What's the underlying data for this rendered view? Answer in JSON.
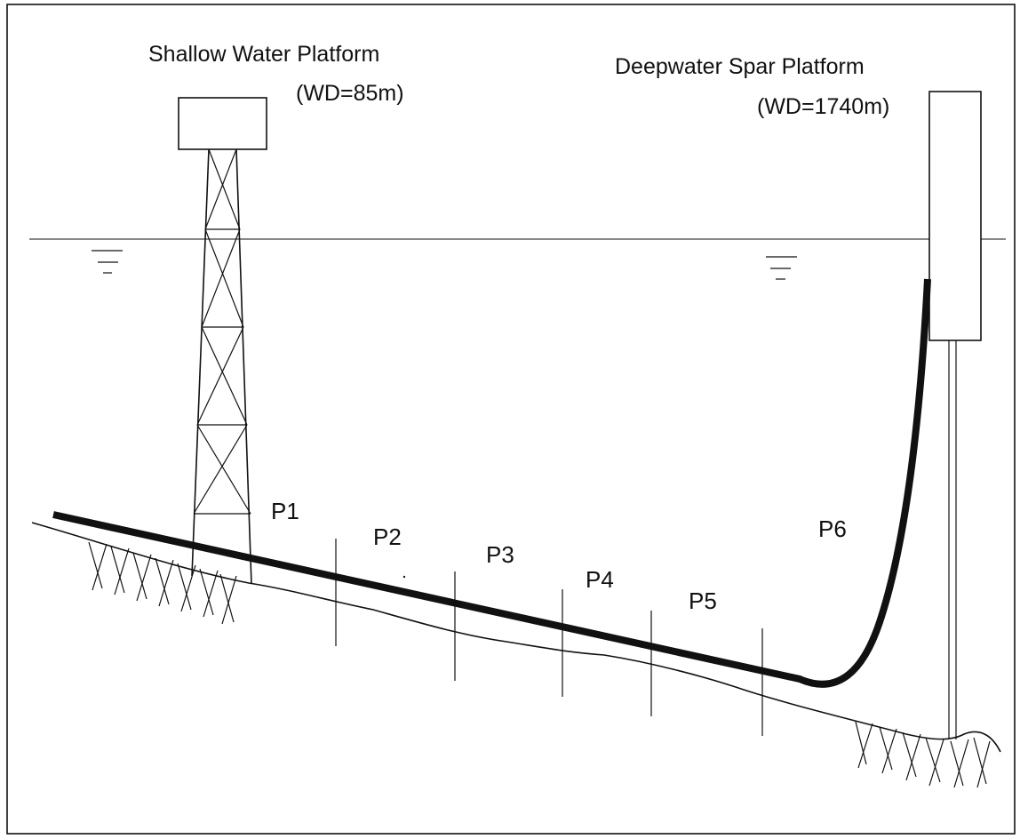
{
  "labels": {
    "shallow_title": "Shallow Water Platform",
    "shallow_depth": "(WD=85m)",
    "deep_title": "Deepwater Spar Platform",
    "deep_depth": "(WD=1740m)"
  },
  "segments": [
    "P1",
    "P2",
    "P3",
    "P4",
    "P5",
    "P6"
  ],
  "colors": {
    "ink": "#111111",
    "background": "#ffffff"
  }
}
